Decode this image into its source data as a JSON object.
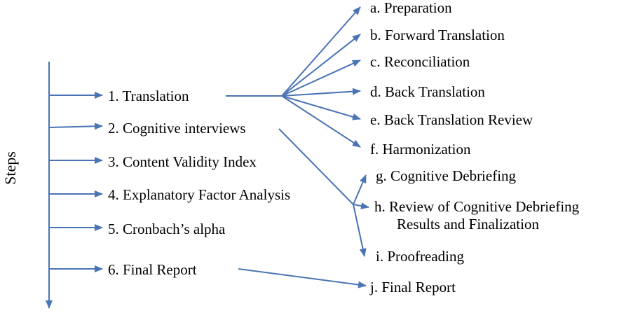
{
  "diagram": {
    "axis_label": "Steps",
    "main_steps": [
      "1. Translation",
      "2. Cognitive interviews",
      "3. Content Validity Index",
      "4. Explanatory Factor Analysis",
      "5. Cronbach’s alpha",
      "6. Final Report"
    ],
    "sub_steps": [
      "a. Preparation",
      "b. Forward Translation",
      "c. Reconciliation",
      "d. Back Translation",
      "e. Back Translation Review",
      "f. Harmonization",
      "g. Cognitive Debriefing",
      "h. Review of Cognitive Debriefing",
      "Results and Finalization",
      "i. Proofreading",
      "j. Final Report"
    ],
    "line_color": "#4a74b4"
  }
}
